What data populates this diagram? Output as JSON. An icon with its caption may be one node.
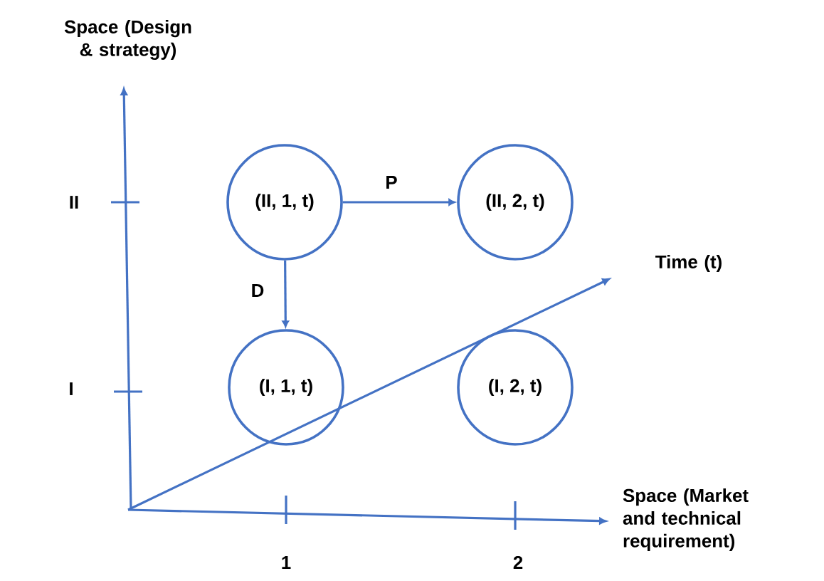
{
  "diagram": {
    "nodes": [
      {
        "text": [
          "(II, 1, t)"
        ]
      },
      {
        "text": [
          "(II, 2, t)"
        ]
      },
      {
        "text": [
          "(I, 1, t)"
        ]
      },
      {
        "text": [
          "(I, 2, t)"
        ]
      }
    ],
    "edges": [
      {
        "from": 0,
        "to": 1,
        "arrow": "to",
        "label": "P"
      },
      {
        "from": 0,
        "to": 2,
        "arrow": "to",
        "label": "D"
      }
    ],
    "labels": [
      "Space (Design & strategy)",
      "II",
      "Time (t)",
      "I",
      "Space (Market and technical requirement)",
      "1",
      "2"
    ]
  }
}
